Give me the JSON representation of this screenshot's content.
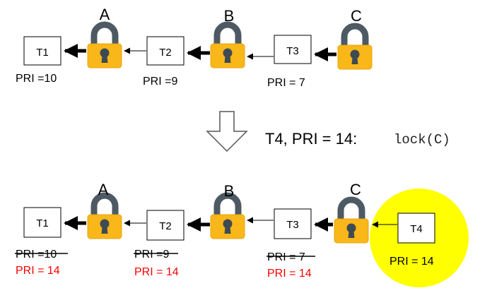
{
  "colors": {
    "lock_body": "#F9B71A",
    "lock_shackle": "#4D5A63",
    "lock_keyhole": "#3F4B52",
    "highlight": "#FFFF00",
    "changed_priority": "#FF0000"
  },
  "top_row": {
    "locks": [
      {
        "label": "A",
        "icon": "padlock-icon"
      },
      {
        "label": "B",
        "icon": "padlock-icon"
      },
      {
        "label": "C",
        "icon": "padlock-icon"
      }
    ],
    "threads": [
      {
        "name": "T1",
        "priority": "PRI =10"
      },
      {
        "name": "T2",
        "priority": "PRI =9"
      },
      {
        "name": "T3",
        "priority": "PRI = 7"
      }
    ]
  },
  "transition": {
    "icon": "down-arrow-icon",
    "event_text": "T4, PRI = 14:",
    "code_text": "lock(C)"
  },
  "bottom_row": {
    "locks": [
      {
        "label": "A",
        "icon": "padlock-icon"
      },
      {
        "label": "B",
        "icon": "padlock-icon"
      },
      {
        "label": "C",
        "icon": "padlock-icon"
      }
    ],
    "threads": [
      {
        "name": "T1",
        "old_priority": "PRI =10",
        "new_priority": "PRI = 14"
      },
      {
        "name": "T2",
        "old_priority": "PRI =9",
        "new_priority": "PRI = 14"
      },
      {
        "name": "T3",
        "old_priority": "PRI = 7",
        "new_priority": "PRI = 14"
      }
    ],
    "waiting_thread": {
      "name": "T4",
      "priority": "PRI = 14"
    }
  }
}
